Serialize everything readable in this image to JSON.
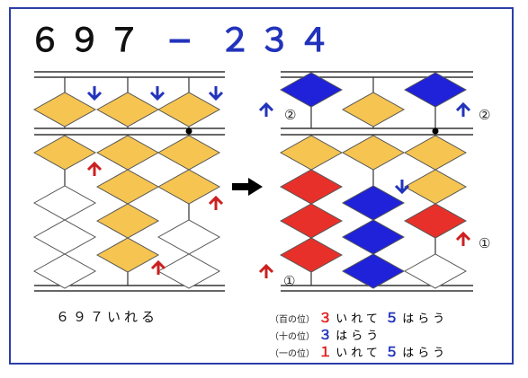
{
  "title": {
    "minuend": "６９７",
    "operator": "−",
    "subtrahend": "２３４"
  },
  "left_caption": "６９７いれる",
  "steps": [
    {
      "place": "（百の位）",
      "n1": "３",
      "t1": "いれて",
      "n2": "５",
      "t2": "はらう"
    },
    {
      "place": "（十の位）",
      "n1": "３",
      "t1": "はらう",
      "n2": "",
      "t2": ""
    },
    {
      "place": "（一の位）",
      "n1": "１",
      "t1": "いれて",
      "n2": "５",
      "t2": "はらう"
    }
  ],
  "marks": {
    "circle_two": "②",
    "circle_one": "①"
  },
  "colors": {
    "yellow": "#f5c451",
    "red": "#e8302a",
    "blue": "#1f22d8",
    "frame": "#2b3ea8",
    "arrow_blue": "#2233bb",
    "arrow_red": "#cc2020"
  },
  "icons": [
    "down-arrow-icon",
    "up-arrow-icon",
    "right-arrow-icon"
  ]
}
